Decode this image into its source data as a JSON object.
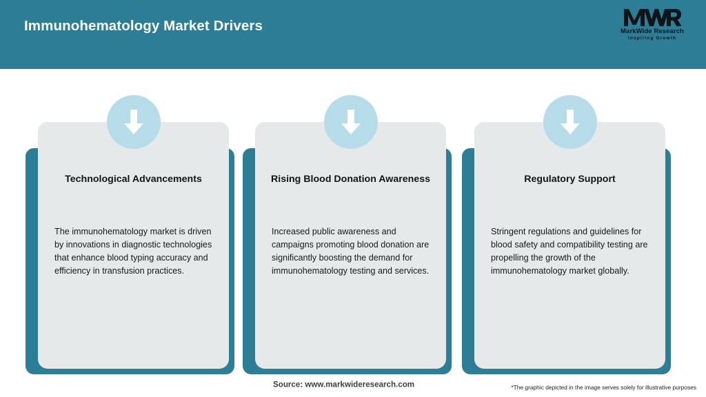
{
  "header": {
    "title": "Immunohematology Market Drivers",
    "background_color": "#2b7e96",
    "title_color": "#ffffff"
  },
  "logo": {
    "monogram": "MWR",
    "name": "MarkWide Research",
    "tagline": "Inspiring Growth"
  },
  "cards": [
    {
      "icon": "down-arrow-icon",
      "title": "Technological Advancements",
      "body": "The immunohematology market is driven by innovations in diagnostic technologies that enhance blood typing accuracy and efficiency in transfusion practices."
    },
    {
      "icon": "down-arrow-icon",
      "title": "Rising Blood Donation Awareness",
      "body": "Increased public awareness and campaigns promoting blood donation are significantly boosting the demand for immunohematology testing and services."
    },
    {
      "icon": "down-arrow-icon",
      "title": "Regulatory Support",
      "body": "Stringent regulations and guidelines for blood safety and compatibility testing are propelling the growth of the immunohematology market globally."
    }
  ],
  "footer": {
    "source": "Source: www.markwideresearch.com",
    "disclaimer": "*The graphic depicted in the image serves solely for illustrative purposes"
  },
  "colors": {
    "teal": "#2b7e96",
    "card_gray": "#e5e9ea",
    "badge_blue": "#b5dce8",
    "arrow_white": "#ffffff"
  }
}
